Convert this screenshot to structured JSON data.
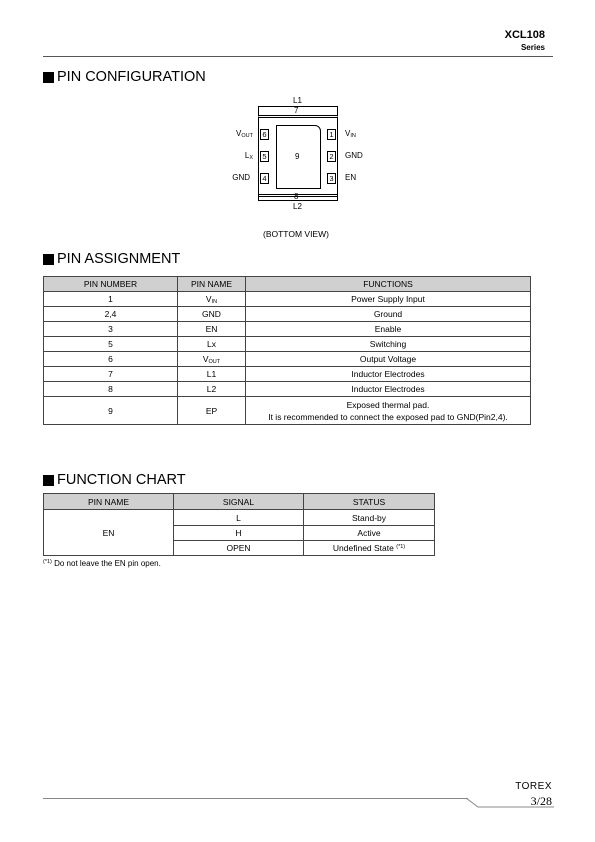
{
  "header": {
    "title": "XCL108",
    "subtitle": "Series"
  },
  "sections": {
    "pin_config": "PIN CONFIGURATION",
    "pin_assign": "PIN ASSIGNMENT",
    "func_chart": "FUNCTION CHART"
  },
  "package": {
    "top_label": "L1",
    "top_pin": "7",
    "bottom_pin": "8",
    "bottom_label": "L2",
    "center_pin": "9",
    "left_pins": [
      {
        "num": "6",
        "main": "V",
        "sub": "OUT"
      },
      {
        "num": "5",
        "main": "L",
        "sub": "X"
      },
      {
        "num": "4",
        "main": "GND",
        "sub": ""
      }
    ],
    "right_pins": [
      {
        "num": "1",
        "main": "V",
        "sub": "IN"
      },
      {
        "num": "2",
        "main": "GND",
        "sub": ""
      },
      {
        "num": "3",
        "main": "EN",
        "sub": ""
      }
    ],
    "view_caption": "(BOTTOM VIEW)"
  },
  "pin_table": {
    "headers": [
      "PIN NUMBER",
      "PIN NAME",
      "FUNCTIONS"
    ],
    "rows": [
      {
        "number": "1",
        "name_main": "V",
        "name_sub": "IN",
        "func1": "Power Supply Input",
        "func2": ""
      },
      {
        "number": "2,4",
        "name_main": "GND",
        "name_sub": "",
        "func1": "Ground",
        "func2": ""
      },
      {
        "number": "3",
        "name_main": "EN",
        "name_sub": "",
        "func1": "Enable",
        "func2": ""
      },
      {
        "number": "5",
        "name_main": "Lx",
        "name_sub": "",
        "func1": "Switching",
        "func2": ""
      },
      {
        "number": "6",
        "name_main": "V",
        "name_sub": "OUT",
        "func1": "Output Voltage",
        "func2": ""
      },
      {
        "number": "7",
        "name_main": "L1",
        "name_sub": "",
        "func1": "Inductor Electrodes",
        "func2": ""
      },
      {
        "number": "8",
        "name_main": "L2",
        "name_sub": "",
        "func1": "Inductor Electrodes",
        "func2": ""
      },
      {
        "number": "9",
        "name_main": "EP",
        "name_sub": "",
        "func1": "Exposed thermal pad.",
        "func2": "It is recommended to connect the exposed pad to GND(Pin2,4)."
      }
    ]
  },
  "function_chart": {
    "headers": [
      "PIN NAME",
      "SIGNAL",
      "STATUS"
    ],
    "pin_name": "EN",
    "rows": [
      {
        "signal": "L",
        "status": "Stand-by",
        "note": ""
      },
      {
        "signal": "H",
        "status": "Active",
        "note": ""
      },
      {
        "signal": "OPEN",
        "status": "Undefined State",
        "note": "(*1)"
      }
    ],
    "footnote_mark": "(*1)",
    "footnote_text": "Do not leave the EN pin open."
  },
  "footer": {
    "logo": "TOREX",
    "page": "3/28"
  }
}
